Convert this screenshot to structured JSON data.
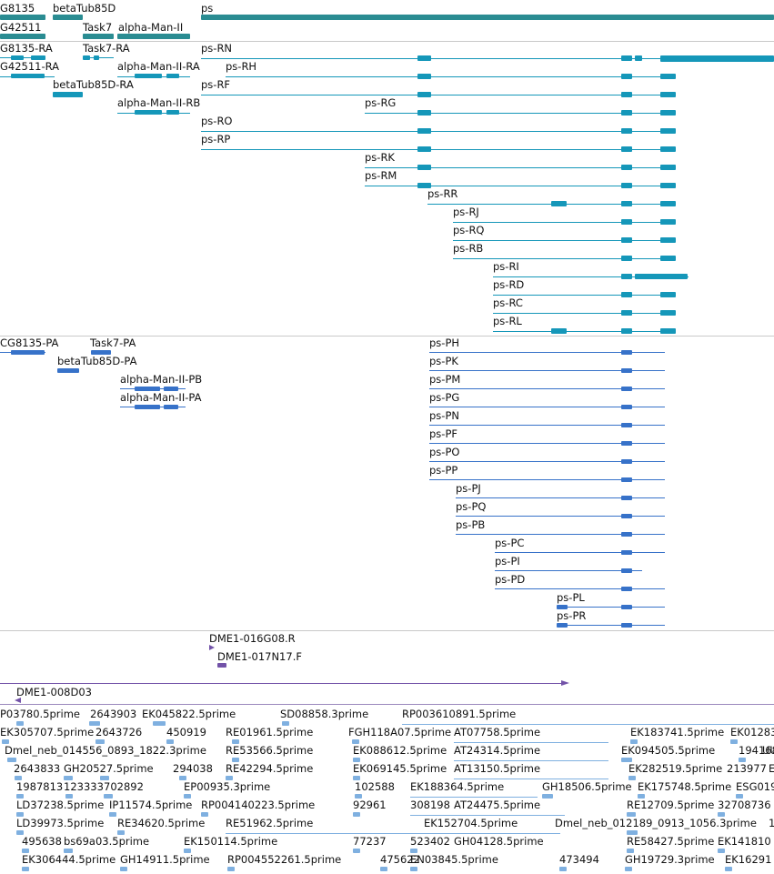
{
  "colors": {
    "gene": "#2a8c92",
    "transcript": "#1597b9",
    "cds": "#3772c9",
    "clone": "#7252a8",
    "est": "#7fb0e0"
  },
  "tracks": {
    "genes": {
      "labels": [
        "G8135",
        "betaTub85D",
        "ps",
        "G42511",
        "Task7",
        "alpha-Man-II"
      ]
    },
    "transcripts": {
      "labels": [
        "G8135-RA",
        "Task7-RA",
        "ps-RN",
        "G42511-RA",
        "alpha-Man-II-RA",
        "ps-RH",
        "betaTub85D-RA",
        "ps-RF",
        "alpha-Man-II-RB",
        "ps-RG",
        "ps-RO",
        "ps-RP",
        "ps-RK",
        "ps-RM",
        "ps-RR",
        "ps-RJ",
        "ps-RQ",
        "ps-RB",
        "ps-RI",
        "ps-RD",
        "ps-RC",
        "ps-RL"
      ]
    },
    "proteins": {
      "labels": [
        "CG8135-PA",
        "Task7-PA",
        "ps-PH",
        "betaTub85D-PA",
        "ps-PK",
        "alpha-Man-II-PB",
        "ps-PM",
        "alpha-Man-II-PA",
        "ps-PG",
        "ps-PN",
        "ps-PF",
        "ps-PO",
        "ps-PP",
        "ps-PJ",
        "ps-PQ",
        "ps-PB",
        "ps-PC",
        "ps-PI",
        "ps-PD",
        "ps-PL",
        "ps-PR"
      ]
    },
    "clones": {
      "labels": [
        "DME1-016G08.R",
        "DME1-017N17.F",
        "DME1-008D03"
      ]
    },
    "ests": {
      "labels": [
        "P03780.5prime",
        "2643903",
        "EK045822.5prime",
        "SD08858.3prime",
        "RP003610891.5prime",
        "EK305707.5prime",
        "2643726",
        "450919",
        "RE01961.5prime",
        "FGH118A07.5prime",
        "AT07758.5prime",
        "EK183741.5prime",
        "EK01283",
        "Dmel_neb_014556_0893_1822.3prime",
        "RE53566.5prime",
        "EK088612.5prime",
        "AT24314.5prime",
        "EK094505.5prime",
        "194168",
        "UU",
        "2643833",
        "GH20527.5prime",
        "294038",
        "RE42294.5prime",
        "EK069145.5prime",
        "AT13150.5prime",
        "EK282519.5prime",
        "213977",
        "E",
        "1987813",
        "123333",
        "702892",
        "EP00935.3prime",
        "102588",
        "EK188364.5prime",
        "GH18506.5prime",
        "EK175748.5prime",
        "ESG019",
        "LD37238.5prime",
        "IP11574.5prime",
        "RP004140223.5prime",
        "92961",
        "308198",
        "AT24475.5prime",
        "RE12709.5prime",
        "32708736",
        "LD39973.5prime",
        "RE34620.5prime",
        "RE51962.5prime",
        "EK152704.5prime",
        "Dmel_neb_012189_0913_1056.3prime",
        "1",
        "495638",
        "bs69a03.5prime",
        "EK150114.5prime",
        "77237",
        "523402",
        "GH04128.5prime",
        "RE58427.5prime",
        "EK141810",
        "EK306444.5prime",
        "GH14911.5prime",
        "RP004552261.5prime",
        "475622",
        "EN03845.5prime",
        "473494",
        "GH19729.3prime",
        "EK16291"
      ]
    }
  }
}
